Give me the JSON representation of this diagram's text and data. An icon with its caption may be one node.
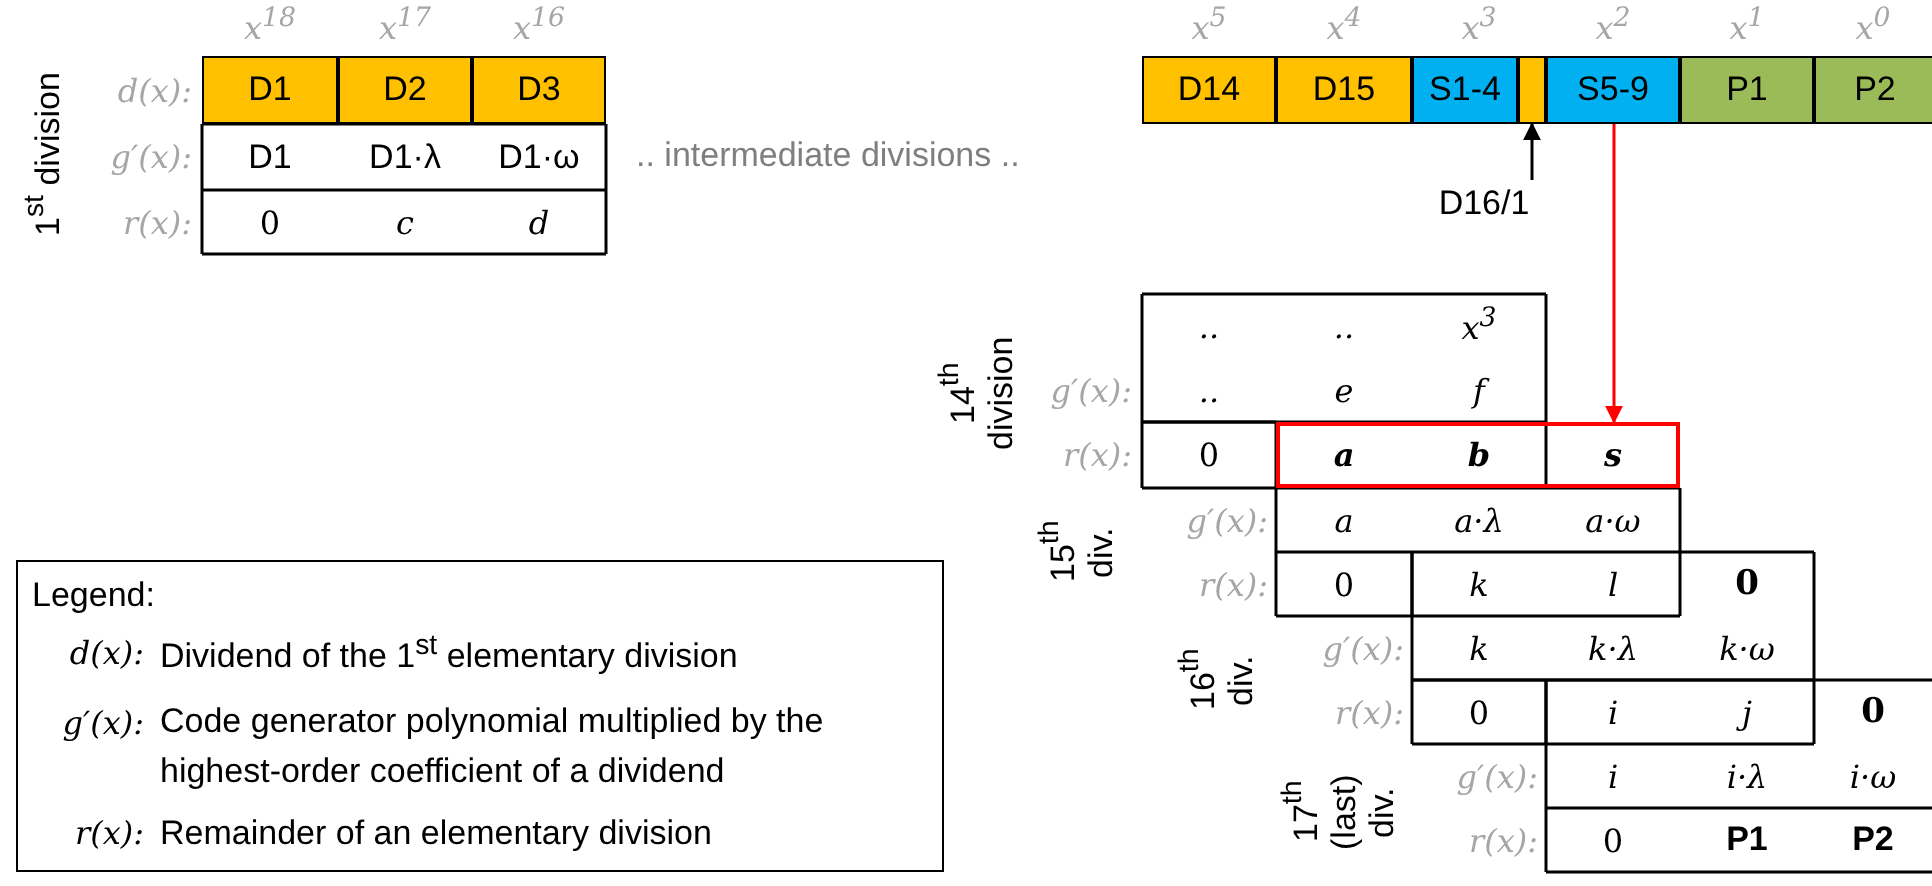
{
  "diagram": {
    "nodes": [
      {
        "text": [],
        "shape": "box"
      },
      {
        "text": [
          "S5-9"
        ]
      },
      {
        "text": [
          "D16/1"
        ]
      },
      {
        "text": [],
        "shape": "box"
      }
    ],
    "edges": [
      {
        "from": 2,
        "to": 0,
        "arrow": "to"
      },
      {
        "from": 1,
        "to": 3,
        "arrow": "to",
        "color": "#ff0000"
      }
    ],
    "labels": [
      "x$^{18}$",
      "x$^{17}$",
      "x$^{16}$",
      "1$^{st}$ division",
      "d(x):",
      "D1",
      "D2",
      "D3",
      "g′(x):",
      "D1",
      "D1·λ",
      "D1·ω",
      "r(x):",
      "0",
      "c",
      "d",
      ".. intermediate divisions ..",
      "x$^{5}$",
      "x$^{4}$",
      "x$^{3}$",
      "x$^{2}$",
      "x$^{1}$",
      "x$^{0}$",
      "D14",
      "D15",
      "S1-4",
      "P1",
      "P2",
      "14$^{th}$ division",
      "..",
      "..",
      "x$^{3}$",
      "g′(x):",
      "..",
      "e",
      "f",
      "r(x):",
      "0",
      "a",
      "b",
      "s",
      "15$^{th}$ div.",
      "g′(x):",
      "a",
      "a·λ",
      "a·ω",
      "r(x):",
      "0",
      "k",
      "l",
      "0",
      "16$^{th}$ div.",
      "g′(x):",
      "k",
      "k·λ",
      "k·ω",
      "r(x):",
      "0",
      "i",
      "j",
      "0",
      "17$^{th}$ (last) div.",
      "g′(x):",
      "i",
      "i·λ",
      "i·ω",
      "r(x):",
      "0",
      "P1",
      "P2",
      "Legend:",
      "d(x):",
      "Dividend of the 1$^{st}$ elementary division",
      "g′(x):",
      "Code generator polynomial multiplied by the highest-order coefficient of a dividend",
      "r(x):",
      "Remainder of an elementary division"
    ]
  }
}
